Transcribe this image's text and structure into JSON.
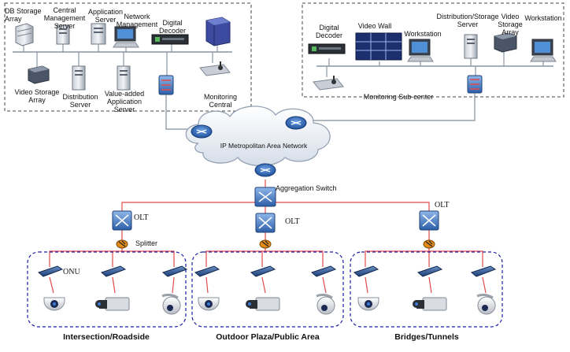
{
  "central_center": {
    "labels": {
      "db_storage_array": "DB Storage\nArray",
      "central_management_server": "Central\nManagement\nServer",
      "application_server": "Application\nServer",
      "network_management": "Network\nManagement",
      "digital_decoder": "Digital\nDecoder",
      "video_storage_array": "Video Storage\nArray",
      "distribution_server": "Distribution\nServer",
      "value_added_application_server": "Value-added\nApplication\nServer",
      "monitoring_central": "Monitoring\nCentral"
    }
  },
  "sub_center": {
    "labels": {
      "digital_decoder": "Digital\nDecoder",
      "video_wall": "Video Wall",
      "workstation_left": "Workstation",
      "distribution_storage_server": "Distribution/Storage\nServer",
      "video_storage_array": "Video\nStorage\nArray",
      "workstation_right": "Workstation",
      "monitoring_sub_center": "Monitoring Sub-center"
    }
  },
  "network": {
    "ip_man": "IP Metropolitan Area Network",
    "aggregation_switch": "Aggregation Switch",
    "olt": "OLT",
    "splitter": "Splitter",
    "onu": "ONU"
  },
  "zones": [
    {
      "label": "Intersection/Roadside"
    },
    {
      "label": "Outdoor Plaza/Public Area"
    },
    {
      "label": "Bridges/Tunnels"
    }
  ],
  "colors": {
    "link_red": "#e34a4a",
    "link_gray": "#7f8c99",
    "zone_border": "#1c1ca8",
    "router_blue": "#2f66b8",
    "olt_blue": "#3f77c7",
    "splitter_orange": "#e08a1a"
  }
}
